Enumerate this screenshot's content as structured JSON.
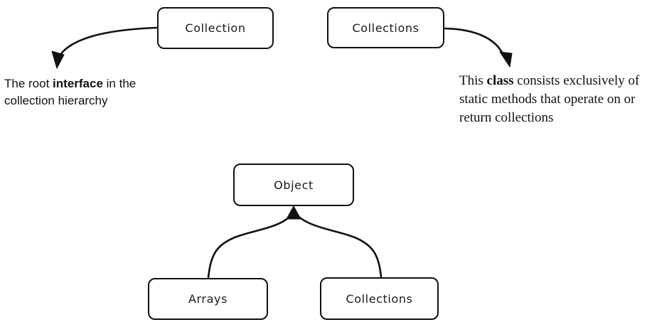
{
  "diagram": {
    "background": "#ffffff",
    "stroke_color": "#111111",
    "nodes": {
      "collection": {
        "label": "Collection"
      },
      "collections_top": {
        "label": "Collections"
      },
      "object": {
        "label": "Object"
      },
      "arrays": {
        "label": "Arrays"
      },
      "collections_bottom": {
        "label": "Collections"
      }
    },
    "captions": {
      "collection_note": {
        "pre": "The root ",
        "bold": "interface",
        "post": " in the collection hierarchy"
      },
      "collections_note": {
        "pre": "This ",
        "bold": "class",
        "post": " consists exclusively of static methods that operate on or return collections"
      }
    },
    "edges": [
      {
        "from": "Collection",
        "to": "collection_note",
        "style": "curved-arrow"
      },
      {
        "from": "Collections",
        "to": "collections_note",
        "style": "curved-arrow"
      },
      {
        "from": "Arrays",
        "to": "Object",
        "style": "inheritance-arrow"
      },
      {
        "from": "Collections",
        "to": "Object",
        "style": "inheritance-arrow"
      }
    ]
  }
}
